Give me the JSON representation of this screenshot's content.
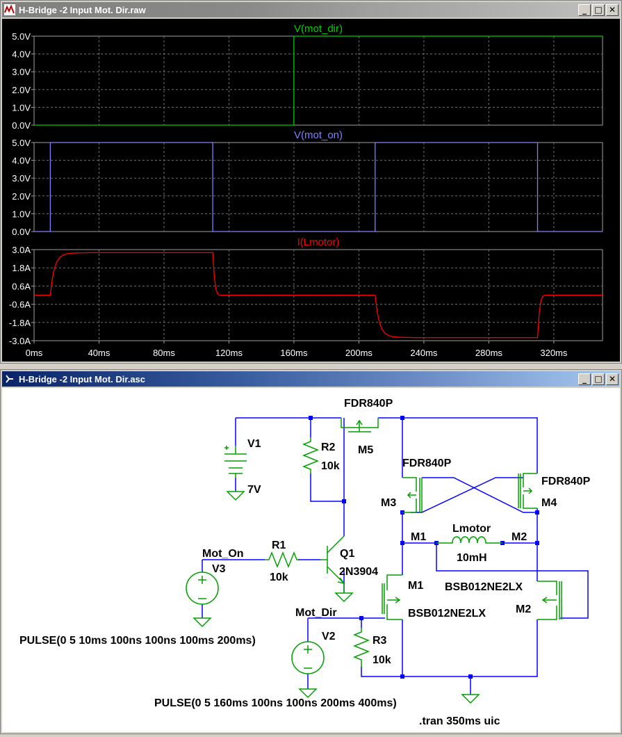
{
  "waveform_window": {
    "title": "H-Bridge -2 Input Mot. Dir.raw",
    "buttons": {
      "minimize": "_",
      "maximize": "□",
      "close": "✕"
    }
  },
  "schematic_window": {
    "title": "H-Bridge -2 Input Mot. Dir.asc",
    "buttons": {
      "minimize": "_",
      "maximize": "□",
      "close": "✕"
    }
  },
  "chart_data": [
    {
      "type": "line",
      "title": "V(mot_dir)",
      "color": "#00cc00",
      "ylim": [
        0,
        5
      ],
      "yticks": [
        "5.0V",
        "4.0V",
        "3.0V",
        "2.0V",
        "1.0V",
        "0.0V"
      ],
      "x": [
        0,
        160,
        160,
        350
      ],
      "y": [
        0,
        0,
        5,
        5
      ]
    },
    {
      "type": "line",
      "title": "V(mot_on)",
      "color": "#8080ff",
      "ylim": [
        0,
        5
      ],
      "yticks": [
        "5.0V",
        "4.0V",
        "3.0V",
        "2.0V",
        "1.0V",
        "0.0V"
      ],
      "x": [
        0,
        10,
        10,
        110,
        110,
        210,
        210,
        310,
        310,
        350
      ],
      "y": [
        0,
        0,
        5,
        5,
        0,
        0,
        5,
        5,
        0,
        0
      ]
    },
    {
      "type": "line",
      "title": "I(Lmotor)",
      "color": "#ff0000",
      "ylim": [
        -3,
        3
      ],
      "yticks": [
        "3.0A",
        "1.8A",
        "0.6A",
        "-0.6A",
        "-1.8A",
        "-3.0A"
      ],
      "xticks": [
        "0ms",
        "40ms",
        "80ms",
        "120ms",
        "160ms",
        "200ms",
        "240ms",
        "280ms",
        "320ms"
      ],
      "xlim": [
        0,
        350
      ],
      "x": [
        0,
        10,
        11,
        12,
        13,
        14,
        16,
        18,
        20,
        23,
        26,
        30,
        35,
        40,
        110,
        111,
        112,
        113,
        114,
        115,
        210,
        211,
        212,
        213,
        214,
        216,
        218,
        220,
        223,
        226,
        230,
        235,
        240,
        310,
        311,
        312,
        313,
        314,
        316,
        318,
        320,
        350
      ],
      "y": [
        0,
        0,
        0.9,
        1.5,
        1.9,
        2.2,
        2.5,
        2.65,
        2.72,
        2.76,
        2.78,
        2.79,
        2.8,
        2.8,
        2.8,
        1.2,
        0.4,
        0.1,
        0.02,
        0,
        0,
        -0.9,
        -1.5,
        -1.9,
        -2.2,
        -2.5,
        -2.65,
        -2.72,
        -2.76,
        -2.78,
        -2.79,
        -2.8,
        -2.8,
        -2.8,
        -1.2,
        -0.4,
        -0.1,
        -0.02,
        0,
        0,
        0,
        0
      ]
    }
  ],
  "schematic": {
    "labels": {
      "v1": "V1",
      "v1_value": "7V",
      "v2": "V2",
      "v3": "V3",
      "r1": "R1",
      "r1_value": "10k",
      "r2": "R2",
      "r2_value": "10k",
      "r3": "R3",
      "r3_value": "10k",
      "q1": "Q1",
      "q1_model": "2N3904",
      "m5": "M5",
      "m5_model": "FDR840P",
      "m3": "M3",
      "m3_model": "FDR840P",
      "m4": "M4",
      "m4_model": "FDR840P",
      "m1": "M1",
      "m1_model": "BSB012NE2LX",
      "m2": "M2",
      "m2_model": "BSB012NE2LX",
      "net_m1": "M1",
      "net_m2": "M2",
      "lmotor": "Lmotor",
      "lmotor_value": "10mH",
      "net_mot_on": "Mot_On",
      "net_mot_dir": "Mot_Dir",
      "v3_source": "PULSE(0 5 10ms 100ns 100ns 100ms 200ms)",
      "v2_source": "PULSE(0 5 160ms 100ns 100ns 200ms 400ms)",
      "directive": ".tran 350ms uic"
    }
  }
}
